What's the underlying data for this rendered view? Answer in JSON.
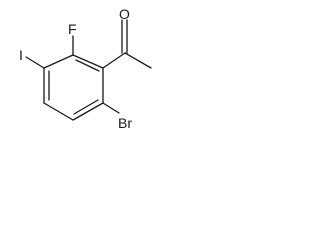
{
  "molecule": {
    "atoms": {
      "fluorine": "F",
      "iodine": "I",
      "oxygen": "O",
      "bromine": "Br"
    }
  }
}
